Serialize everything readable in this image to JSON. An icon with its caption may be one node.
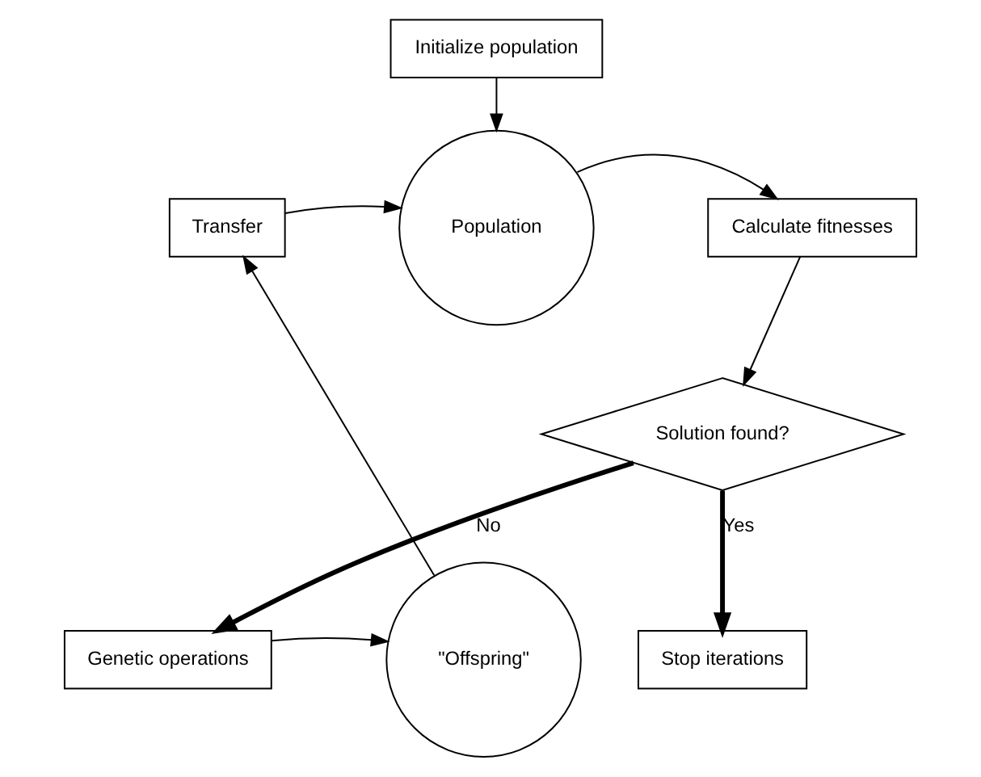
{
  "diagram": {
    "nodes": [
      {
        "text": [
          "Initialize population"
        ]
      },
      {
        "text": [
          "Population"
        ]
      },
      {
        "text": [
          "Transfer"
        ]
      },
      {
        "text": [
          "Calculate fitnesses"
        ]
      },
      {
        "text": [
          "Solution found?"
        ]
      },
      {
        "text": [
          "Genetic operations"
        ]
      },
      {
        "text": [
          "Stop iterations"
        ]
      },
      {
        "text": [
          "\"Offspring\""
        ]
      }
    ],
    "edges": [
      {
        "from": 0,
        "to": 1,
        "arrow": "to"
      },
      {
        "from": 2,
        "to": 1,
        "arrow": "to"
      },
      {
        "from": 1,
        "to": 3,
        "arrow": "to"
      },
      {
        "from": 3,
        "to": 4,
        "arrow": "to"
      },
      {
        "from": 4,
        "to": 5,
        "arrow": "to",
        "label": "No",
        "style": "thick"
      },
      {
        "from": 4,
        "to": 6,
        "arrow": "to",
        "label": "Yes",
        "style": "thick"
      },
      {
        "from": 5,
        "to": 7,
        "arrow": "to"
      },
      {
        "from": 7,
        "to": 2,
        "arrow": "to"
      }
    ]
  }
}
